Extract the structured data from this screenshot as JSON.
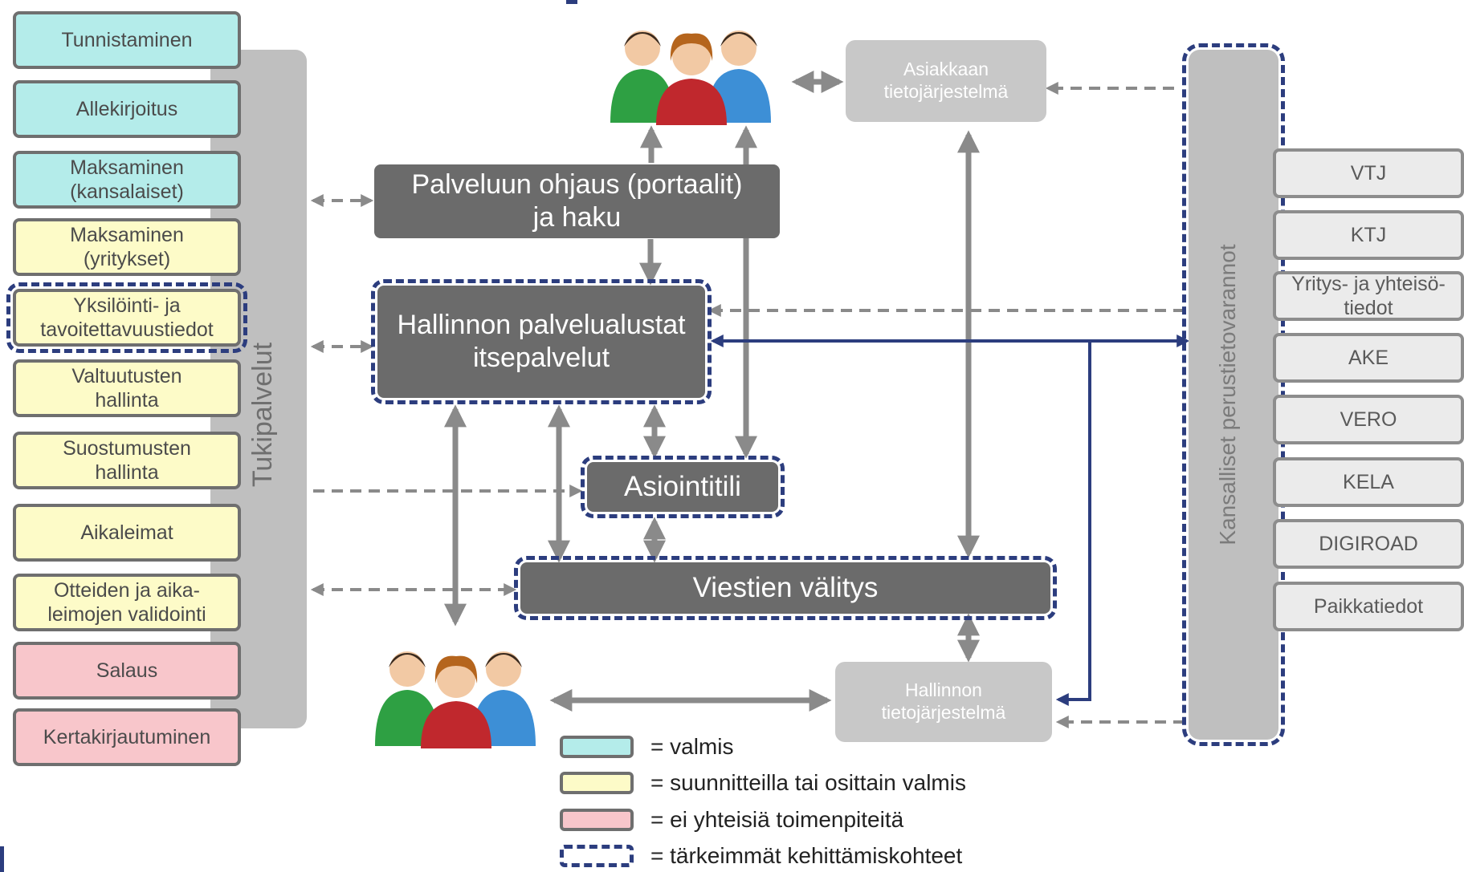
{
  "left_panel": {
    "label": "Tukipalvelut",
    "items": [
      {
        "label": "Tunnistaminen",
        "status": "valmis"
      },
      {
        "label": "Allekirjoitus",
        "status": "valmis"
      },
      {
        "label": "Maksaminen\n(kansalaiset)",
        "status": "valmis"
      },
      {
        "label": "Maksaminen\n(yritykset)",
        "status": "suunnitteilla"
      },
      {
        "label": "Yksilöinti- ja\ntavoitettavuustiedot",
        "status": "suunnitteilla",
        "key_focus": true
      },
      {
        "label": "Valtuutusten\nhallinta",
        "status": "suunnitteilla"
      },
      {
        "label": "Suostumusten\nhallinta",
        "status": "suunnitteilla"
      },
      {
        "label": "Aikaleimat",
        "status": "suunnitteilla"
      },
      {
        "label": "Otteiden ja aika-\nleimojen validointi",
        "status": "suunnitteilla"
      },
      {
        "label": "Salaus",
        "status": "ei_toimenpiteita"
      },
      {
        "label": "Kertakirjautuminen",
        "status": "ei_toimenpiteita"
      }
    ]
  },
  "center": {
    "portal": "Palveluun ohjaus (portaalit)\nja haku",
    "platforms": "Hallinnon palvelualustat\nitsepalvelut",
    "account": "Asiointitili",
    "messaging": "Viestien välitys",
    "customer_system": "Asiakkaan\ntietojärjestelmä",
    "gov_system": "Hallinnon\ntietojärjestelmä"
  },
  "right_panel": {
    "label": "Kansalliset perustietovarannot",
    "registries": [
      "VTJ",
      "KTJ",
      "Yritys- ja yhteisö-\ntiedot",
      "AKE",
      "VERO",
      "KELA",
      "DIGIROAD",
      "Paikkatiedot"
    ]
  },
  "legend": [
    {
      "text": "= valmis",
      "kind": "valmis"
    },
    {
      "text": "= suunnitteilla tai osittain valmis",
      "kind": "suunnitteilla"
    },
    {
      "text": "= ei yhteisiä toimenpiteitä",
      "kind": "ei_toimenpiteita"
    },
    {
      "text": "= tärkeimmät kehittämiskohteet",
      "kind": "key_focus"
    }
  ],
  "colors": {
    "valmis": "#b4ecea",
    "suunnitteilla": "#fdfbc8",
    "ei_toimenpiteita": "#f8c6cb",
    "key_focus_border": "#2c3d7e",
    "dark_box": "#6b6b6b",
    "panel_grey": "#bfbfbf",
    "arrow_grey": "#8a8a8a",
    "arrow_blue": "#2c3d7e"
  },
  "icons": [
    "user-group-icon",
    "user-group-icon"
  ]
}
